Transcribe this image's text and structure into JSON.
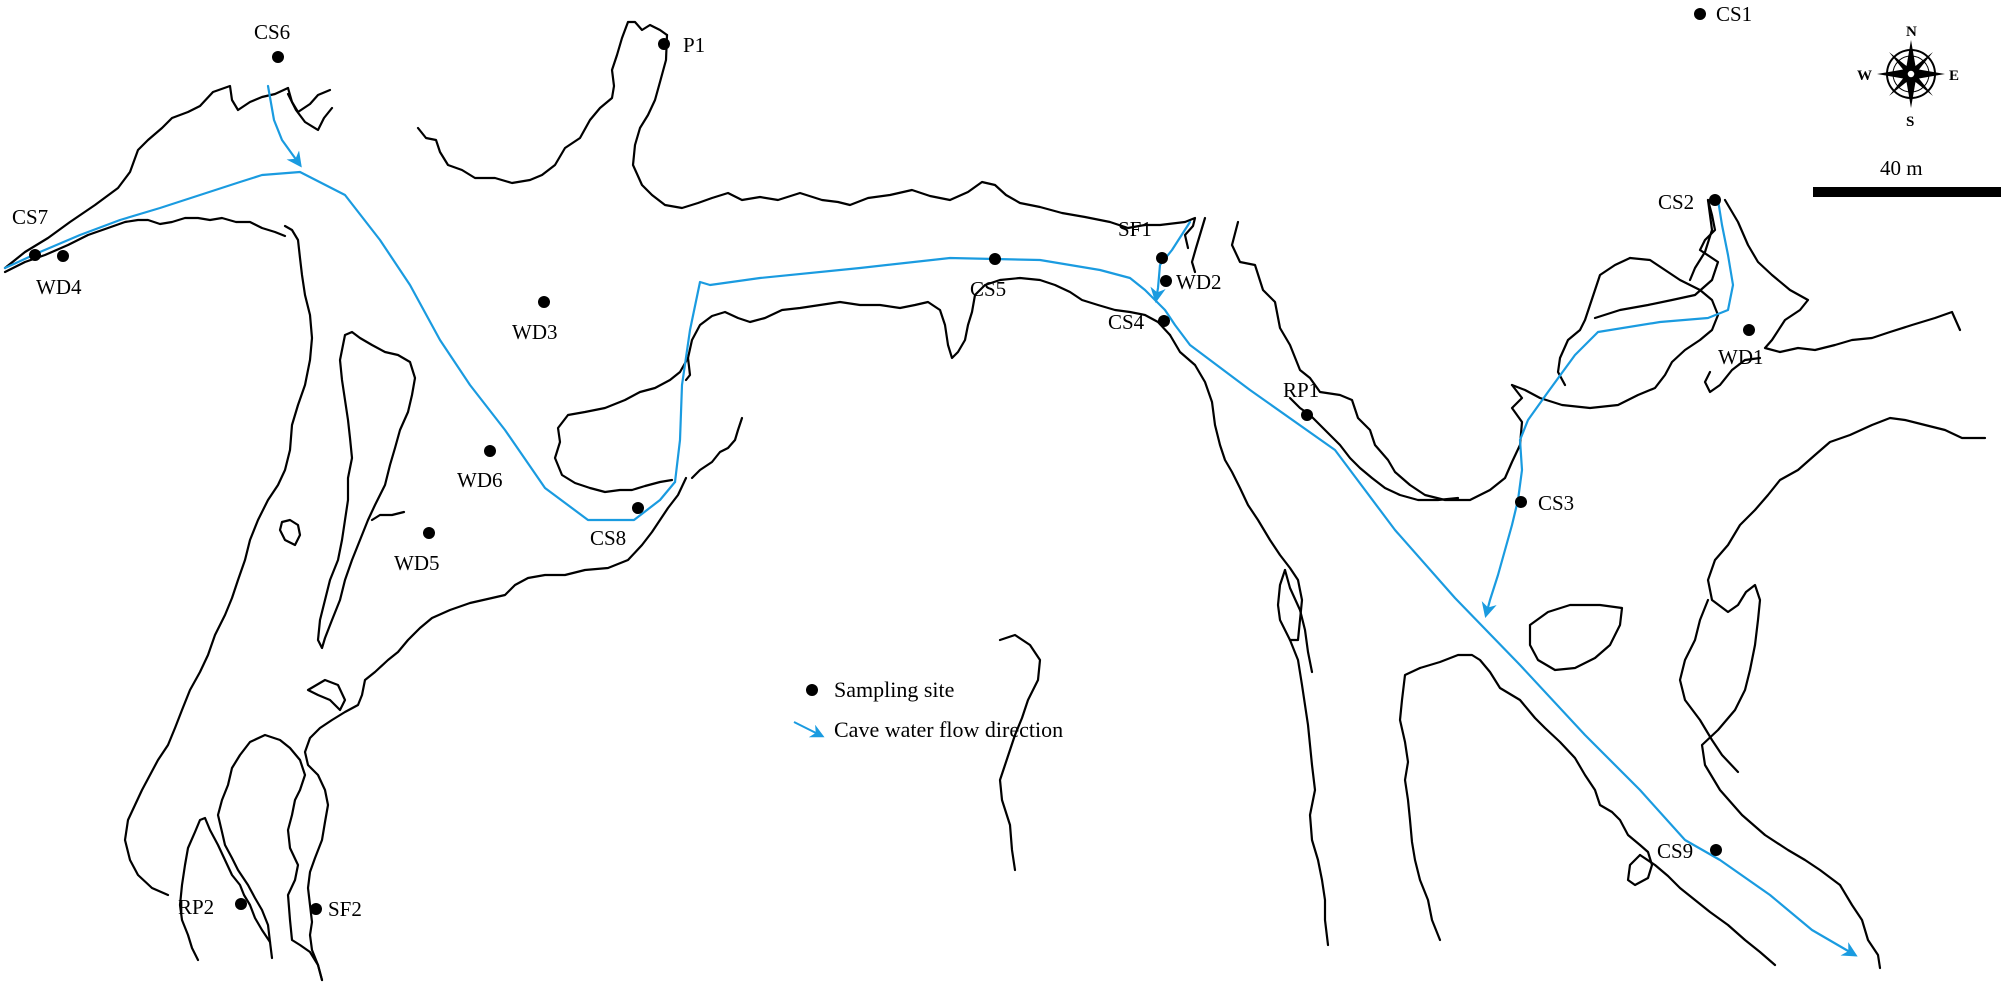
{
  "sites": [
    {
      "id": "CS1"
    },
    {
      "id": "CS2"
    },
    {
      "id": "CS3"
    },
    {
      "id": "CS4"
    },
    {
      "id": "CS5"
    },
    {
      "id": "CS6"
    },
    {
      "id": "CS7"
    },
    {
      "id": "CS8"
    },
    {
      "id": "CS9"
    },
    {
      "id": "P1"
    },
    {
      "id": "SF1"
    },
    {
      "id": "SF2"
    },
    {
      "id": "RP1"
    },
    {
      "id": "RP2"
    },
    {
      "id": "WD1"
    },
    {
      "id": "WD2"
    },
    {
      "id": "WD3"
    },
    {
      "id": "WD4"
    },
    {
      "id": "WD5"
    },
    {
      "id": "WD6"
    }
  ],
  "legend": {
    "sampling_site": "Sampling site",
    "flow_direction": "Cave water flow direction"
  },
  "scale_bar": {
    "label": "40 m"
  },
  "compass": {
    "n": "N",
    "s": "S",
    "e": "E",
    "w": "W"
  },
  "colors": {
    "flow": "#1a9be0",
    "wall": "#000000",
    "site": "#000000"
  }
}
